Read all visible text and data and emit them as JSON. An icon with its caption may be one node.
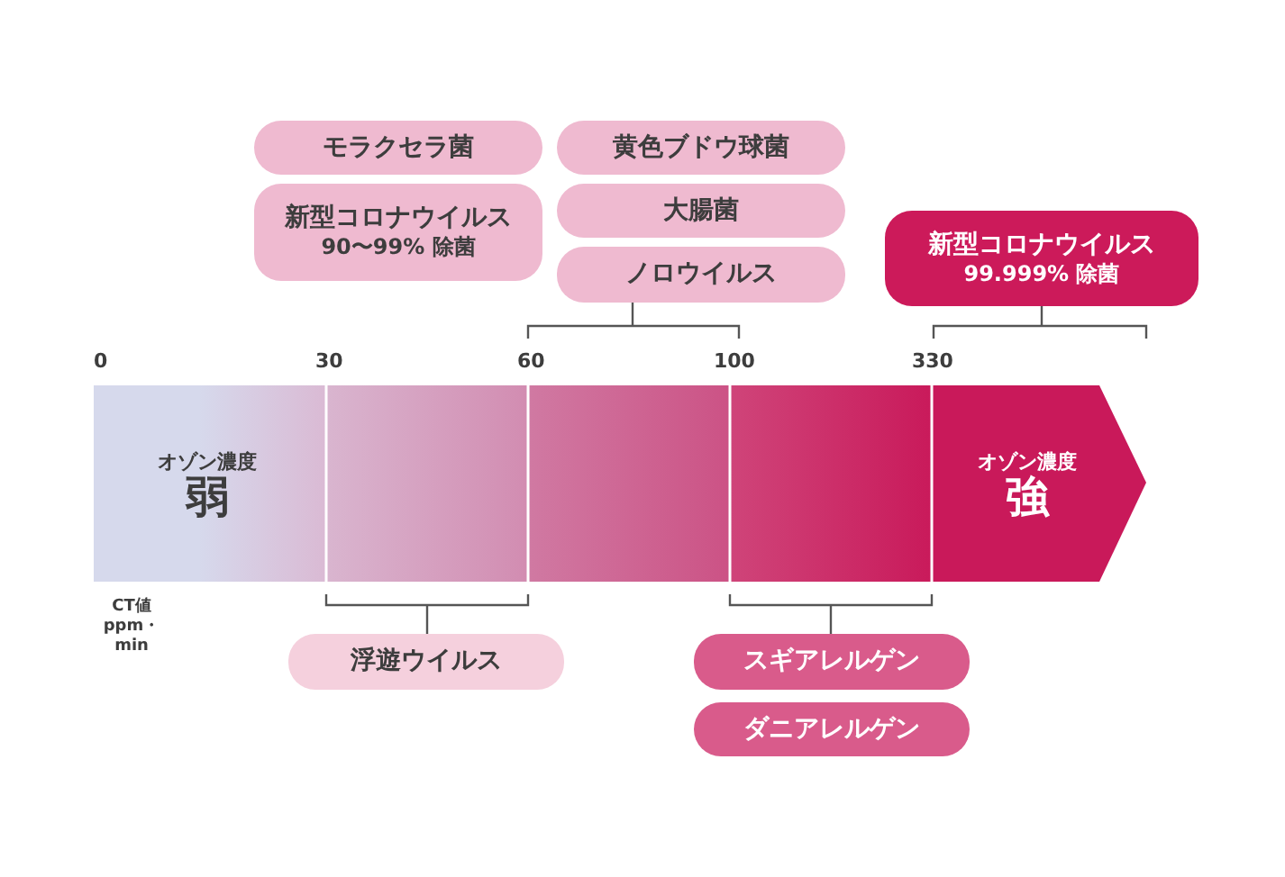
{
  "diagram": {
    "nodes": [
      {
        "text": [
          "モラクセラ菌"
        ]
      },
      {
        "text": [
          "新型コロナウイルス",
          "90〜99% 除菌"
        ]
      },
      {
        "text": [
          "黄色ブドウ球菌"
        ]
      },
      {
        "text": [
          "大腸菌"
        ]
      },
      {
        "text": [
          "ノロウイルス"
        ]
      },
      {
        "text": [
          "新型コロナウイルス",
          "99.999% 除菌"
        ]
      },
      {
        "text": [
          "オゾン濃度",
          "弱"
        ]
      },
      {
        "text": [
          "オゾン濃度",
          "強"
        ]
      },
      {
        "text": [
          "浮遊ウイルス"
        ]
      },
      {
        "text": [
          "スギアレルゲン"
        ]
      },
      {
        "text": [
          "ダニアレルゲン"
        ]
      }
    ],
    "labels": [
      "0",
      "30",
      "60",
      "100",
      "330",
      "CT値 ppm・min"
    ]
  }
}
